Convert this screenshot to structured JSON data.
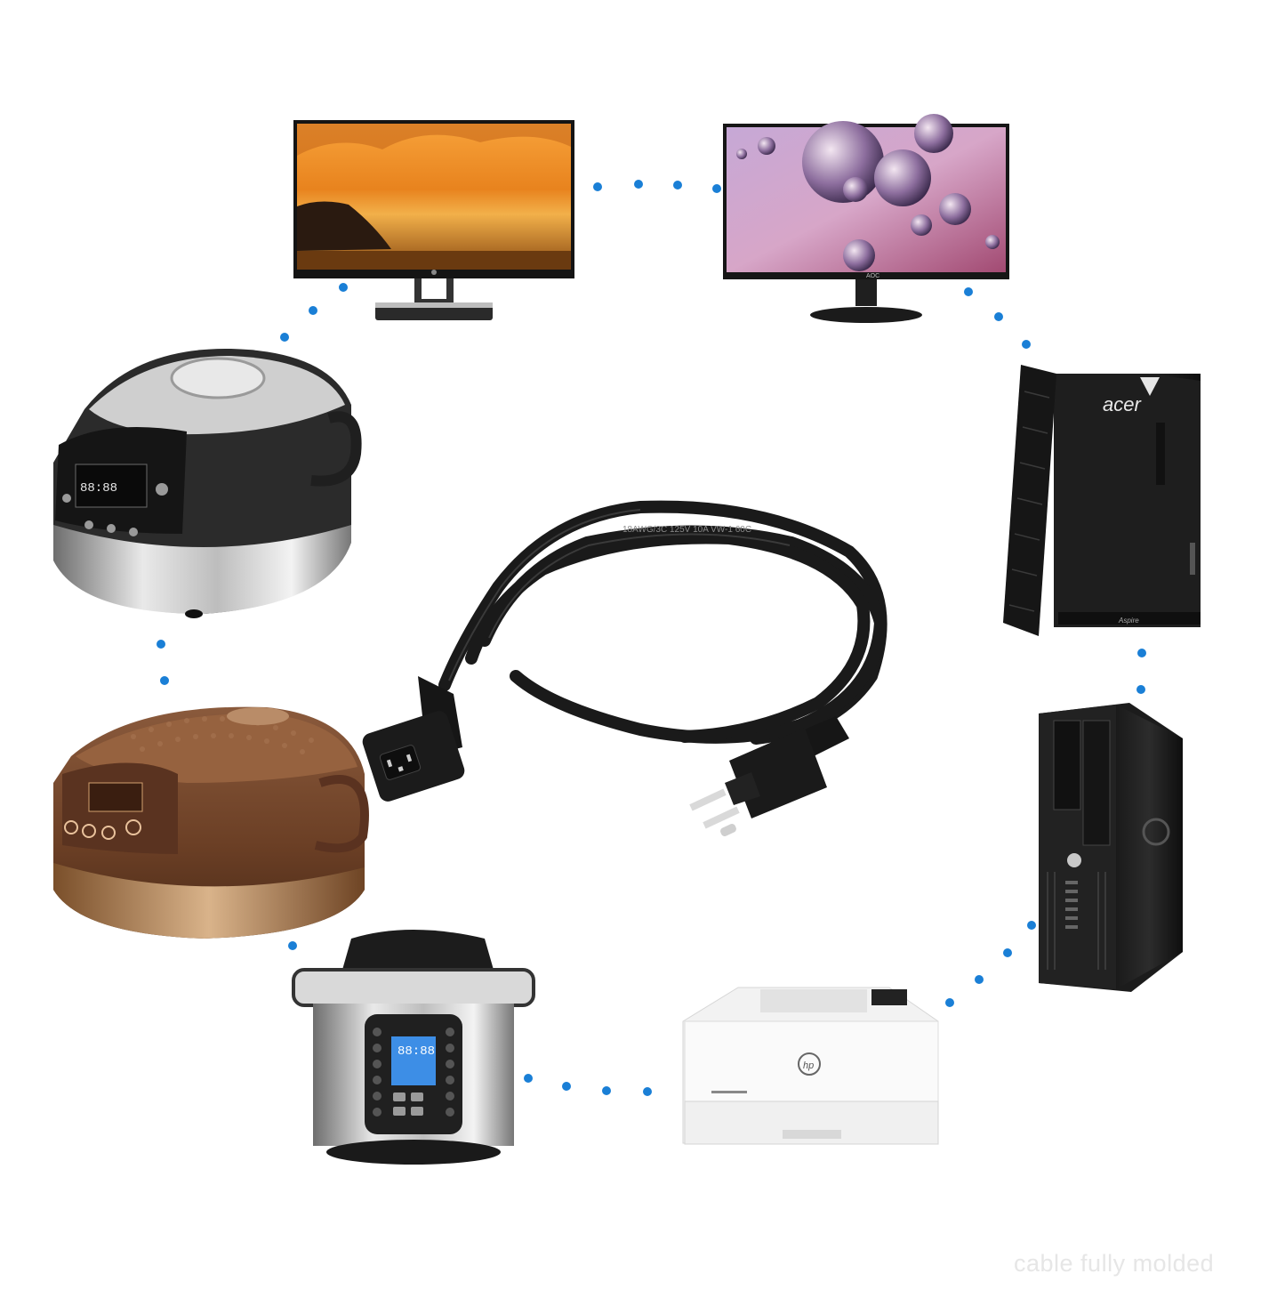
{
  "image": {
    "background_color": "#ffffff",
    "dot_color": "#1a7fd6",
    "devices": [
      {
        "name": "hp-monitor",
        "icon": "monitor-sunset"
      },
      {
        "name": "aoc-monitor",
        "icon": "monitor-bubbles"
      },
      {
        "name": "acer-desktop",
        "icon": "tower-with-keyboard"
      },
      {
        "name": "hp-compact-desktop",
        "icon": "slim-tower"
      },
      {
        "name": "hp-laser-printer",
        "icon": "printer"
      },
      {
        "name": "electric-pressure-cooker",
        "icon": "pressure-cooker"
      },
      {
        "name": "brown-rice-cooker",
        "icon": "rice-cooker"
      },
      {
        "name": "silver-rice-cooker",
        "icon": "rice-cooker"
      },
      {
        "name": "power-cord",
        "icon": "nema-5-15p-to-c13-cable"
      }
    ],
    "brand_marks": {
      "acer_logo": "acer",
      "acer_model": "Aspire",
      "hp_logo": "hp",
      "aoc_logo": "AOC"
    },
    "cable_print": "18AWG/3C 125V 10A VW-1 60C",
    "watermark": "cable fully molded"
  }
}
